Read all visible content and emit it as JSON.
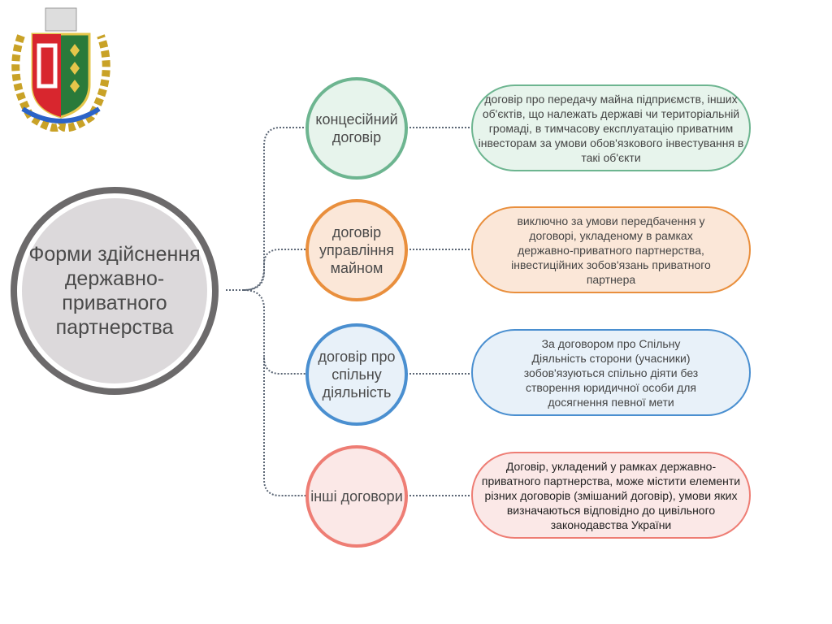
{
  "center": {
    "title": "Форми здійснення державно-приватного партнерства"
  },
  "branches": [
    {
      "label": "концесійний договір",
      "description": "договір про передачу майна підприємств, інших об'єктів, що належать державі чи територіальній громаді, в тимчасову експлуатацію приватним інвесторам за умови обов'язкового інвестування в такі об'єкти",
      "border": "#6db590",
      "fill": "#e7f4ec"
    },
    {
      "label": "договір управління майном",
      "description": "виключно за умови передбачення у договорі, укладеному в рамках державно-приватного партнерства, інвестиційних зобов'язань приватного партнера",
      "border": "#e98f3d",
      "fill": "#fbe7d8"
    },
    {
      "label": "договір про спільну діяльність",
      "description": "За договором про Спільну Діяльність  сторони (учасники) зобов'язуються спільно діяти без створення юридичної особи для досягнення певної мети",
      "border": "#4a8fd0",
      "fill": "#e8f1f9"
    },
    {
      "label": "інші договори",
      "description": "Договір, укладений у рамках державно-приватного партнерства, може містити елементи різних договорів (змішаний договір), умови яких визначаються відповідно до цивільного законодавства України",
      "border": "#ee7d74",
      "fill": "#fbe8e7"
    }
  ]
}
